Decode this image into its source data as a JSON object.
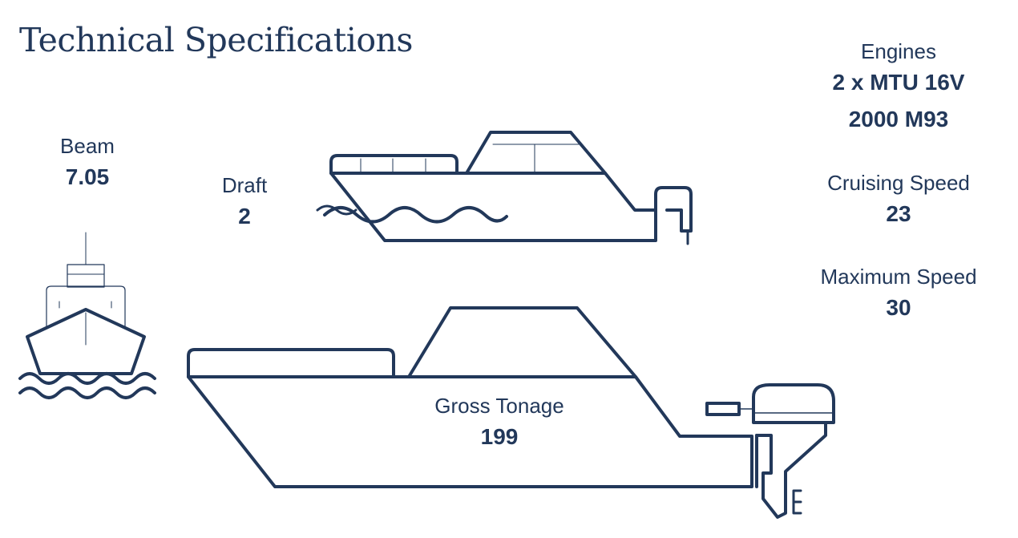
{
  "title": "Technical Specifications",
  "specs": {
    "engines": {
      "label": "Engines",
      "value_line1": "2 x MTU 16V",
      "value_line2": "2000 M93"
    },
    "cruising_speed": {
      "label": "Cruising Speed",
      "value": "23"
    },
    "maximum_speed": {
      "label": "Maximum Speed",
      "value": "30"
    },
    "beam": {
      "label": "Beam",
      "value": "7.05"
    },
    "draft": {
      "label": "Draft",
      "value": "2"
    },
    "gross_tonnage": {
      "label": "Gross Tonage",
      "value": "199"
    }
  },
  "colors": {
    "ink": "#22385a",
    "background": "#ffffff"
  },
  "icons": [
    "front-boat-icon",
    "small-boat-icon",
    "large-boat-icon",
    "outboard-motor-icon",
    "waves-icon"
  ]
}
